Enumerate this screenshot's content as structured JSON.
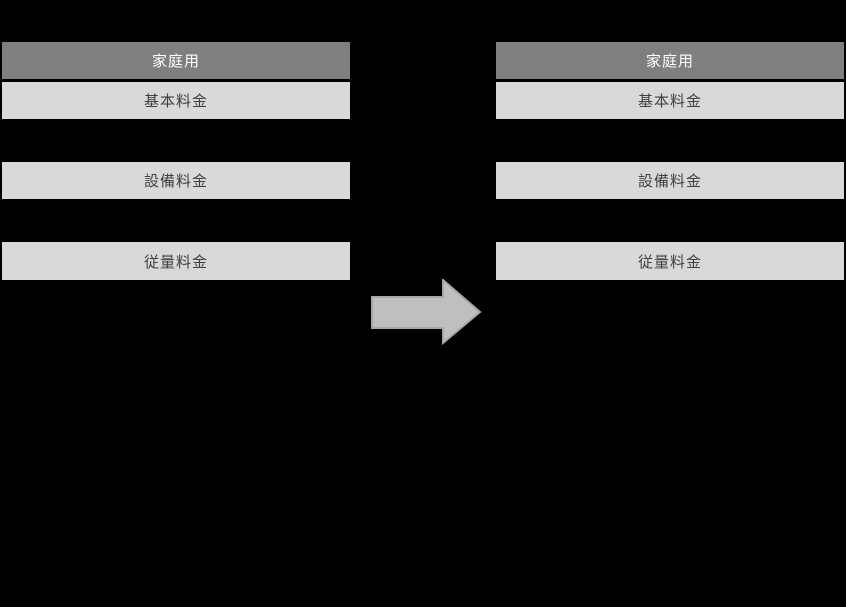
{
  "diagram": {
    "description_visible_text_only": "two identical fee tables joined by a rightward arrow",
    "left_table": {
      "header": "家庭用",
      "rows": [
        "基本料金",
        "設備料金",
        "従量料金"
      ]
    },
    "right_table": {
      "header": "家庭用",
      "rows": [
        "基本料金",
        "設備料金",
        "従量料金"
      ]
    },
    "arrow": {
      "direction": "right",
      "fill": "#BFBFBF",
      "stroke": "#A6A6A6"
    },
    "colors": {
      "background": "#000000",
      "header_bg": "#7F7F7F",
      "header_text": "#FFFFFF",
      "row_bg": "#D9D9D9",
      "row_text": "#404040"
    }
  }
}
